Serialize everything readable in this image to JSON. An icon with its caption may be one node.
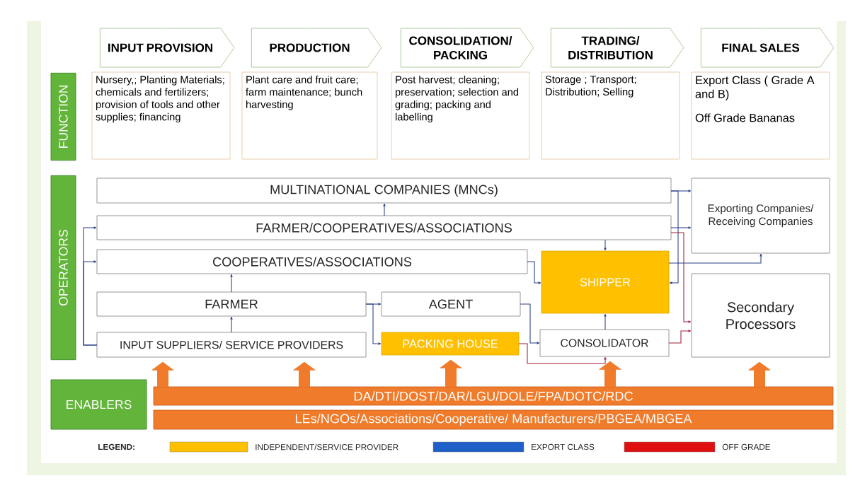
{
  "diagram": {
    "nodes": [
      {
        "text": [
          "INPUT PROVISION"
        ]
      },
      {
        "text": [
          "PRODUCTION"
        ]
      },
      {
        "text": [
          "CONSOLIDATION/ PACKING"
        ]
      },
      {
        "text": [
          "TRADING/ DISTRIBUTION"
        ]
      },
      {
        "text": [
          "FINAL SALES"
        ]
      },
      {
        "text": [
          "FUNCTION"
        ]
      },
      {
        "text": [
          "Nursery,; Planting Materials; chemicals and fertilizers; provision of tools and other supplies; financing"
        ]
      },
      {
        "text": [
          "Plant care and fruit care; farm maintenance; bunch harvesting"
        ]
      },
      {
        "text": [
          "Post harvest; cleaning; preservation; selection and grading; packing and labelling"
        ]
      },
      {
        "text": [
          "Storage ; Transport; Distribution; Selling"
        ]
      },
      {
        "text": [
          "Export Class ( Grade A and B)",
          "Off Grade Bananas"
        ]
      },
      {
        "text": [
          "OPERATORS"
        ]
      },
      {
        "text": [
          "MULTINATIONAL COMPANIES (MNCs)"
        ]
      },
      {
        "text": [
          "FARMER/COOPERATIVES/ASSOCIATIONS"
        ]
      },
      {
        "text": [
          "COOPERATIVES/ASSOCIATIONS"
        ]
      },
      {
        "text": [
          "FARMER"
        ]
      },
      {
        "text": [
          "INPUT SUPPLIERS/ SERVICE PROVIDERS"
        ]
      },
      {
        "text": [
          "AGENT"
        ]
      },
      {
        "text": [
          "PACKING HOUSE"
        ]
      },
      {
        "text": [
          "SHIPPER"
        ]
      },
      {
        "text": [
          "CONSOLIDATOR"
        ]
      },
      {
        "text": [
          "Exporting Companies/ Receiving Companies"
        ]
      },
      {
        "text": [
          "Secondary Processors"
        ]
      },
      {
        "text": [
          "ENABLERS"
        ]
      },
      {
        "text": [
          "DA/DTI/DOST/DAR/LGU/DOLE/FPA/DOTC/RDC"
        ]
      },
      {
        "text": [
          "LEs/NGOs/Associations/Cooperative/ Manufacturers/PBGEA/MBGEA"
        ]
      }
    ],
    "edges": [
      {
        "from": 16,
        "to": 13,
        "arrow": "to"
      },
      {
        "from": 16,
        "to": 14,
        "arrow": "to"
      },
      {
        "from": 16,
        "to": 15,
        "arrow": "to"
      },
      {
        "from": 15,
        "to": 14,
        "arrow": "to"
      },
      {
        "from": 13,
        "to": 12,
        "arrow": "to"
      },
      {
        "from": 13,
        "to": 19,
        "arrow": "to"
      },
      {
        "from": 14,
        "to": 19,
        "arrow": "to"
      },
      {
        "from": 15,
        "to": 17,
        "arrow": "to"
      },
      {
        "from": 15,
        "to": 18,
        "arrow": "to"
      },
      {
        "from": 17,
        "to": 20,
        "arrow": "to"
      },
      {
        "from": 20,
        "to": 19,
        "arrow": "to"
      },
      {
        "from": 18,
        "to": 20,
        "arrow": "to",
        "color": "#a3203a"
      },
      {
        "from": 12,
        "to": 21,
        "arrow": "to"
      },
      {
        "from": 13,
        "to": 21,
        "arrow": "to"
      },
      {
        "from": 12,
        "to": 19,
        "arrow": "to"
      },
      {
        "from": 19,
        "to": 21,
        "arrow": "to"
      },
      {
        "from": 13,
        "to": 22,
        "arrow": "to",
        "color": "#a3203a"
      },
      {
        "from": 20,
        "to": 22,
        "arrow": "to",
        "color": "#a3203a"
      },
      {
        "from": 24,
        "to": 16,
        "arrow": "to",
        "style": "thick",
        "color": "#f07b2b"
      },
      {
        "from": 24,
        "to": 16,
        "arrow": "to",
        "style": "thick",
        "color": "#f07b2b"
      },
      {
        "from": 24,
        "to": 18,
        "arrow": "to",
        "style": "thick",
        "color": "#f07b2b"
      },
      {
        "from": 24,
        "to": 20,
        "arrow": "to",
        "style": "thick",
        "color": "#f07b2b"
      },
      {
        "from": 24,
        "to": 22,
        "arrow": "to",
        "style": "thick",
        "color": "#f07b2b"
      }
    ],
    "labels": [
      "LEGEND:"
    ],
    "legend": [
      {
        "text": "INDEPENDENT/SERVICE PROVIDER",
        "color": "#ffc000"
      },
      {
        "text": "EXPORT CLASS",
        "color": "#1f5fc8"
      },
      {
        "text": "OFF GRADE",
        "color": "#e01010"
      }
    ]
  }
}
